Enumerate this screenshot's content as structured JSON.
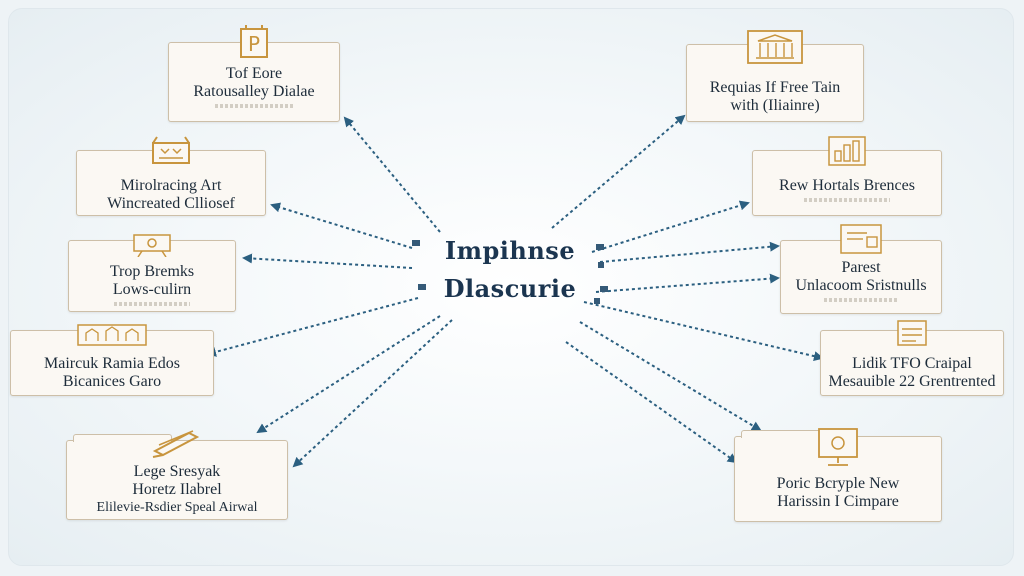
{
  "center": {
    "line1": "Impihnse",
    "line2": "Dlascurie"
  },
  "nodes": [
    {
      "id": "l1",
      "lines": [
        "Tof Eore",
        "Ratousalley Dialae"
      ],
      "icon": "badge-p-icon",
      "icon_text": "P"
    },
    {
      "id": "l2",
      "lines": [
        "Mirolracing Art",
        "Wincreated Clliosef"
      ],
      "icon": "box-icon"
    },
    {
      "id": "l3",
      "lines": [
        "Trop Bremks",
        "Lows-culirn"
      ],
      "icon": "easel-icon"
    },
    {
      "id": "l4",
      "lines": [
        "Maircuk Ramia Edos",
        "Bicanices Garo"
      ],
      "icon": "building-row-icon"
    },
    {
      "id": "l5",
      "lines": [
        "Lege Sresyak",
        "Horetz Ilabrel",
        "Elilevie-Rsdier Speal Airwal"
      ],
      "icon": "pen-icon"
    },
    {
      "id": "r1",
      "lines": [
        "Requias If Free Tain",
        "with (Iliainre)"
      ],
      "icon": "library-icon"
    },
    {
      "id": "r2",
      "lines": [
        "Rew Hortals Brences"
      ],
      "icon": "chart-bars-icon"
    },
    {
      "id": "r3",
      "lines": [
        "Parest",
        "Unlacoom Sristnulls"
      ],
      "icon": "document-icon"
    },
    {
      "id": "r4",
      "lines": [
        "Lidik TFO Craipal",
        "Mesauible 22 Grentrented"
      ],
      "icon": "stack-icon"
    },
    {
      "id": "r5",
      "lines": [
        "Poric Bcryple New",
        "Harissin I Cimpare"
      ],
      "icon": "monitor-icon"
    }
  ],
  "colors": {
    "arrow": "#2b5f80",
    "border": "#cdbfa8",
    "icon": "#c8953e",
    "text": "#1d2c3a"
  }
}
